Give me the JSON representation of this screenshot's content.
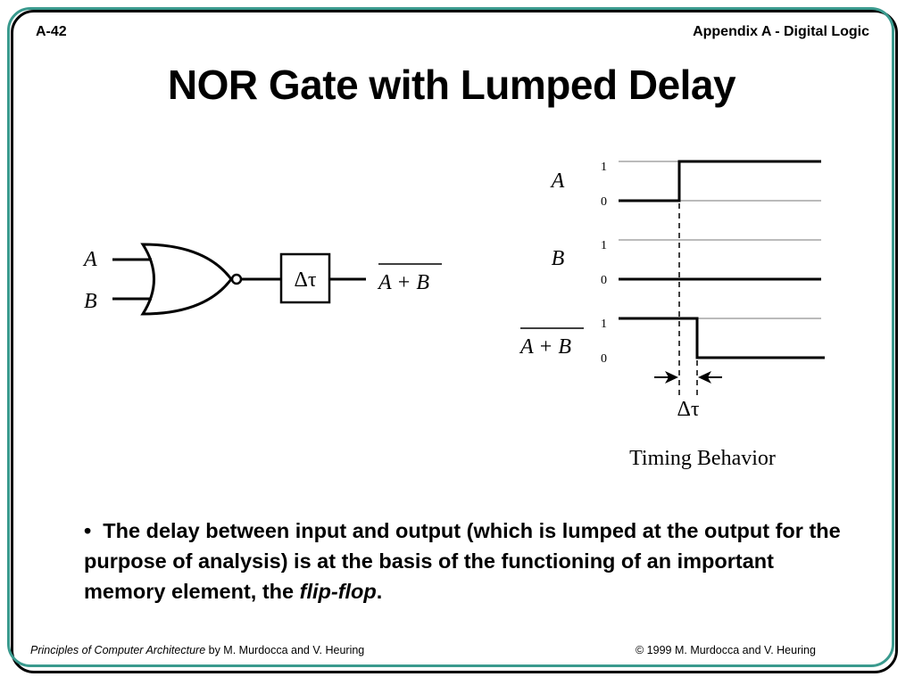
{
  "header": {
    "slide_number": "A-42",
    "section": "Appendix A - Digital Logic"
  },
  "title": "NOR Gate with Lumped Delay",
  "gate_diagram": {
    "input_a": "A",
    "input_b": "B",
    "delay_label": "Δτ",
    "output_label": "A + B"
  },
  "timing_diagram": {
    "signals": [
      {
        "name": "A",
        "overbar": false,
        "high_label": "1",
        "low_label": "0",
        "initial": 0,
        "final": 1,
        "transition": "t0"
      },
      {
        "name": "B",
        "overbar": false,
        "high_label": "1",
        "low_label": "0",
        "initial": 0,
        "final": 0,
        "transition": null
      },
      {
        "name": "A + B",
        "overbar": true,
        "high_label": "1",
        "low_label": "0",
        "initial": 1,
        "final": 0,
        "transition": "t0 + Δτ"
      }
    ],
    "delay_label": "Δτ",
    "caption": "Timing Behavior"
  },
  "bullet": {
    "marker": "•",
    "text": "The delay between input and output (which is lumped at the output for the purpose of analysis) is at the basis of the functioning of an important memory element, the",
    "emphasis": "flip-flop",
    "end": "."
  },
  "footer": {
    "book_title": "Principles of Computer Architecture",
    "authors": " by M. Murdocca and V. Heuring",
    "copyright": "© 1999 M. Murdocca and V. Heuring"
  }
}
